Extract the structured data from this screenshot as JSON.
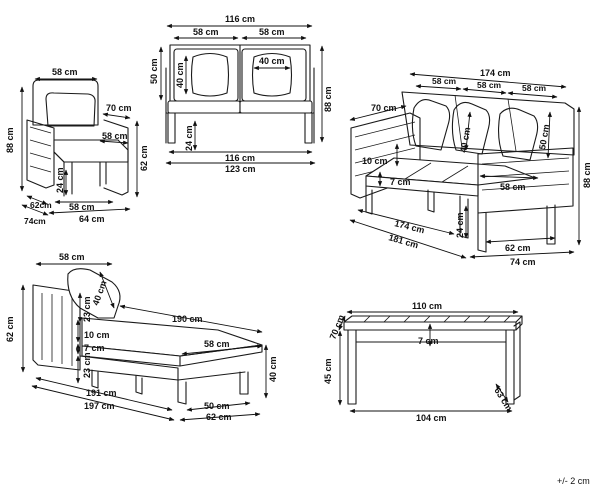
{
  "armchair": {
    "width_top": "58 cm",
    "seat_depth": "70 cm",
    "arm_depth": "58 cm",
    "height_total": "88 cm",
    "height_arm": "62 cm",
    "seat_height": "24 cm",
    "leg_a": "62cm",
    "leg_b": "74cm",
    "base_width": "58 cm",
    "base_width_outer": "64 cm"
  },
  "loveseat": {
    "width_total": "116 cm",
    "cushion_left": "58 cm",
    "cushion_right": "58 cm",
    "back_cushion": "50 cm",
    "pillow_height": "40 cm",
    "pillow_width": "40 cm",
    "height_total": "88 cm",
    "seat_height": "24 cm",
    "width_inner": "116 cm",
    "width_outer": "123 cm"
  },
  "sofa": {
    "width_total": "174 cm",
    "cushion_1": "58 cm",
    "cushion_2": "58 cm",
    "cushion_3": "58 cm",
    "arm_depth": "70 cm",
    "pillow_height": "40 cm",
    "back_height": "50 cm",
    "cushion_thickness": "10 cm",
    "arm_gap": "7 cm",
    "seat_depth": "58 cm",
    "height_total": "88 cm",
    "seat_height": "24 cm",
    "base_width": "174 cm",
    "base_width_outer": "181 cm",
    "side_depth": "62 cm",
    "side_depth_outer": "74 cm"
  },
  "lounger": {
    "pillow_width": "58 cm",
    "pillow_height": "40 cm",
    "pillow_depth": "23 cm",
    "length_top": "190 cm",
    "height_back": "62 cm",
    "cushion_thickness": "10 cm",
    "frame_gap": "7 cm",
    "leg_height": "23 cm",
    "cushion_width": "58 cm",
    "height_side": "40 cm",
    "length_inner": "191 cm",
    "length_outer": "197 cm",
    "width_inner": "50 cm",
    "width_outer": "62 cm"
  },
  "table": {
    "length_top": "110 cm",
    "depth": "70 cm",
    "slat_gap": "7 cm",
    "height": "45 cm",
    "base_length": "104 cm",
    "base_depth": "63 cm"
  },
  "tolerance": "+/- 2 cm"
}
